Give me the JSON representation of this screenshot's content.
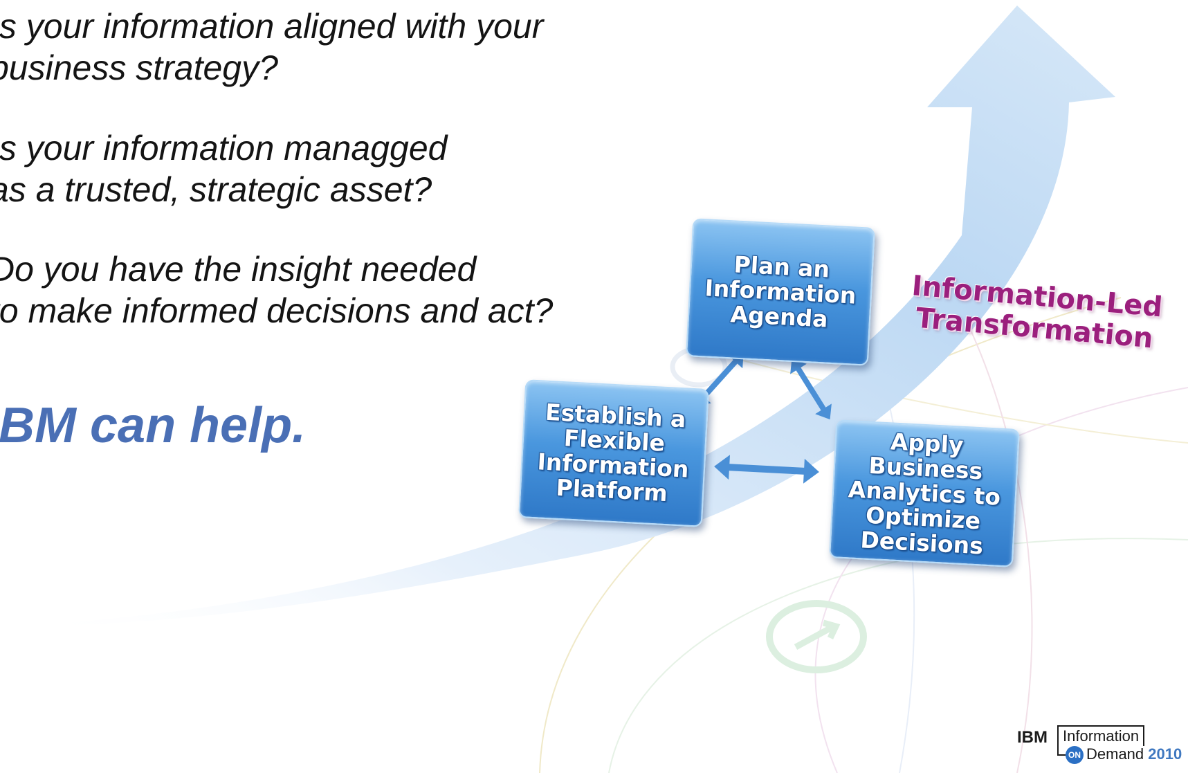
{
  "questions": [
    {
      "line1": "Is your information aligned with your",
      "line2": "business strategy?"
    },
    {
      "line1": "Is your information managged",
      "line2": "as a trusted, strategic asset?"
    },
    {
      "line1": "Do you have the insight needed",
      "line2": "to make informed decisions and act?"
    }
  ],
  "tagline": "IBM can help.",
  "boxes": {
    "plan": [
      "Plan an",
      "Information",
      "Agenda"
    ],
    "establish": [
      "Establish a",
      "Flexible",
      "Information",
      "Platform"
    ],
    "apply": [
      "Apply Business",
      "Analytics to",
      "Optimize",
      "Decisions"
    ]
  },
  "transformation": [
    "Information-Led",
    "Transformation"
  ],
  "logo": {
    "brand": "IBM",
    "line1": "Information",
    "on": "ON",
    "line2": "Demand",
    "year": "2010"
  },
  "colors": {
    "tagline": "#4a6fb5",
    "box": "#3f8ad6",
    "transformation": "#9b1f7d",
    "arrow": "#cfe3f7"
  }
}
